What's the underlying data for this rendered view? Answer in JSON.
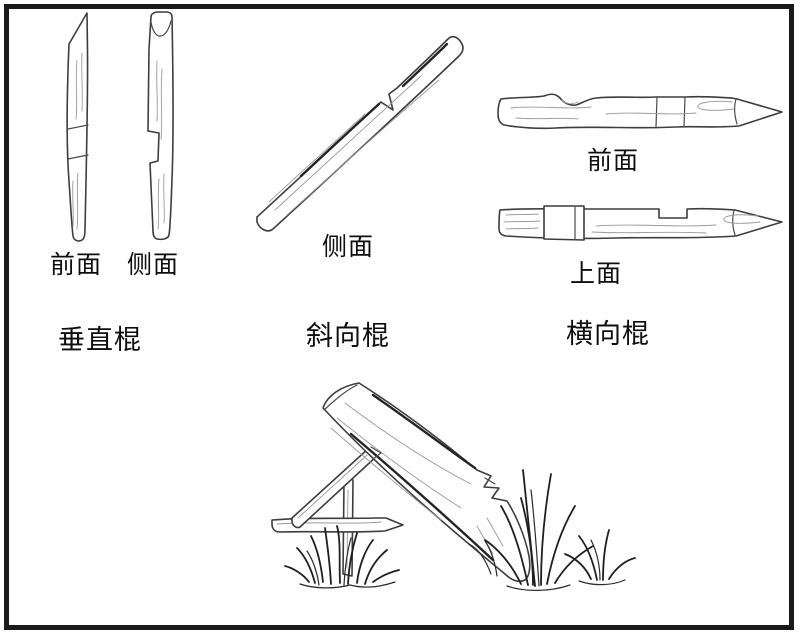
{
  "figure": {
    "background_color": "#ffffff",
    "border_color": "#1a1a1a",
    "line_color": "#3d3d3d",
    "sticks": [
      {
        "name": "垂直棍",
        "views": [
          {
            "label": "前面",
            "icon": "vertical-stick-front-view-illustration"
          },
          {
            "label": "侧面",
            "icon": "vertical-stick-side-view-illustration"
          }
        ]
      },
      {
        "name": "斜向棍",
        "views": [
          {
            "label": "侧面",
            "icon": "diagonal-stick-side-view-illustration"
          }
        ]
      },
      {
        "name": "横向棍",
        "views": [
          {
            "label": "前面",
            "icon": "horizontal-stick-front-view-illustration"
          },
          {
            "label": "上面",
            "icon": "horizontal-stick-top-view-illustration"
          }
        ]
      }
    ],
    "assembly": {
      "icon": "figure-four-deadfall-assembly-illustration"
    }
  }
}
